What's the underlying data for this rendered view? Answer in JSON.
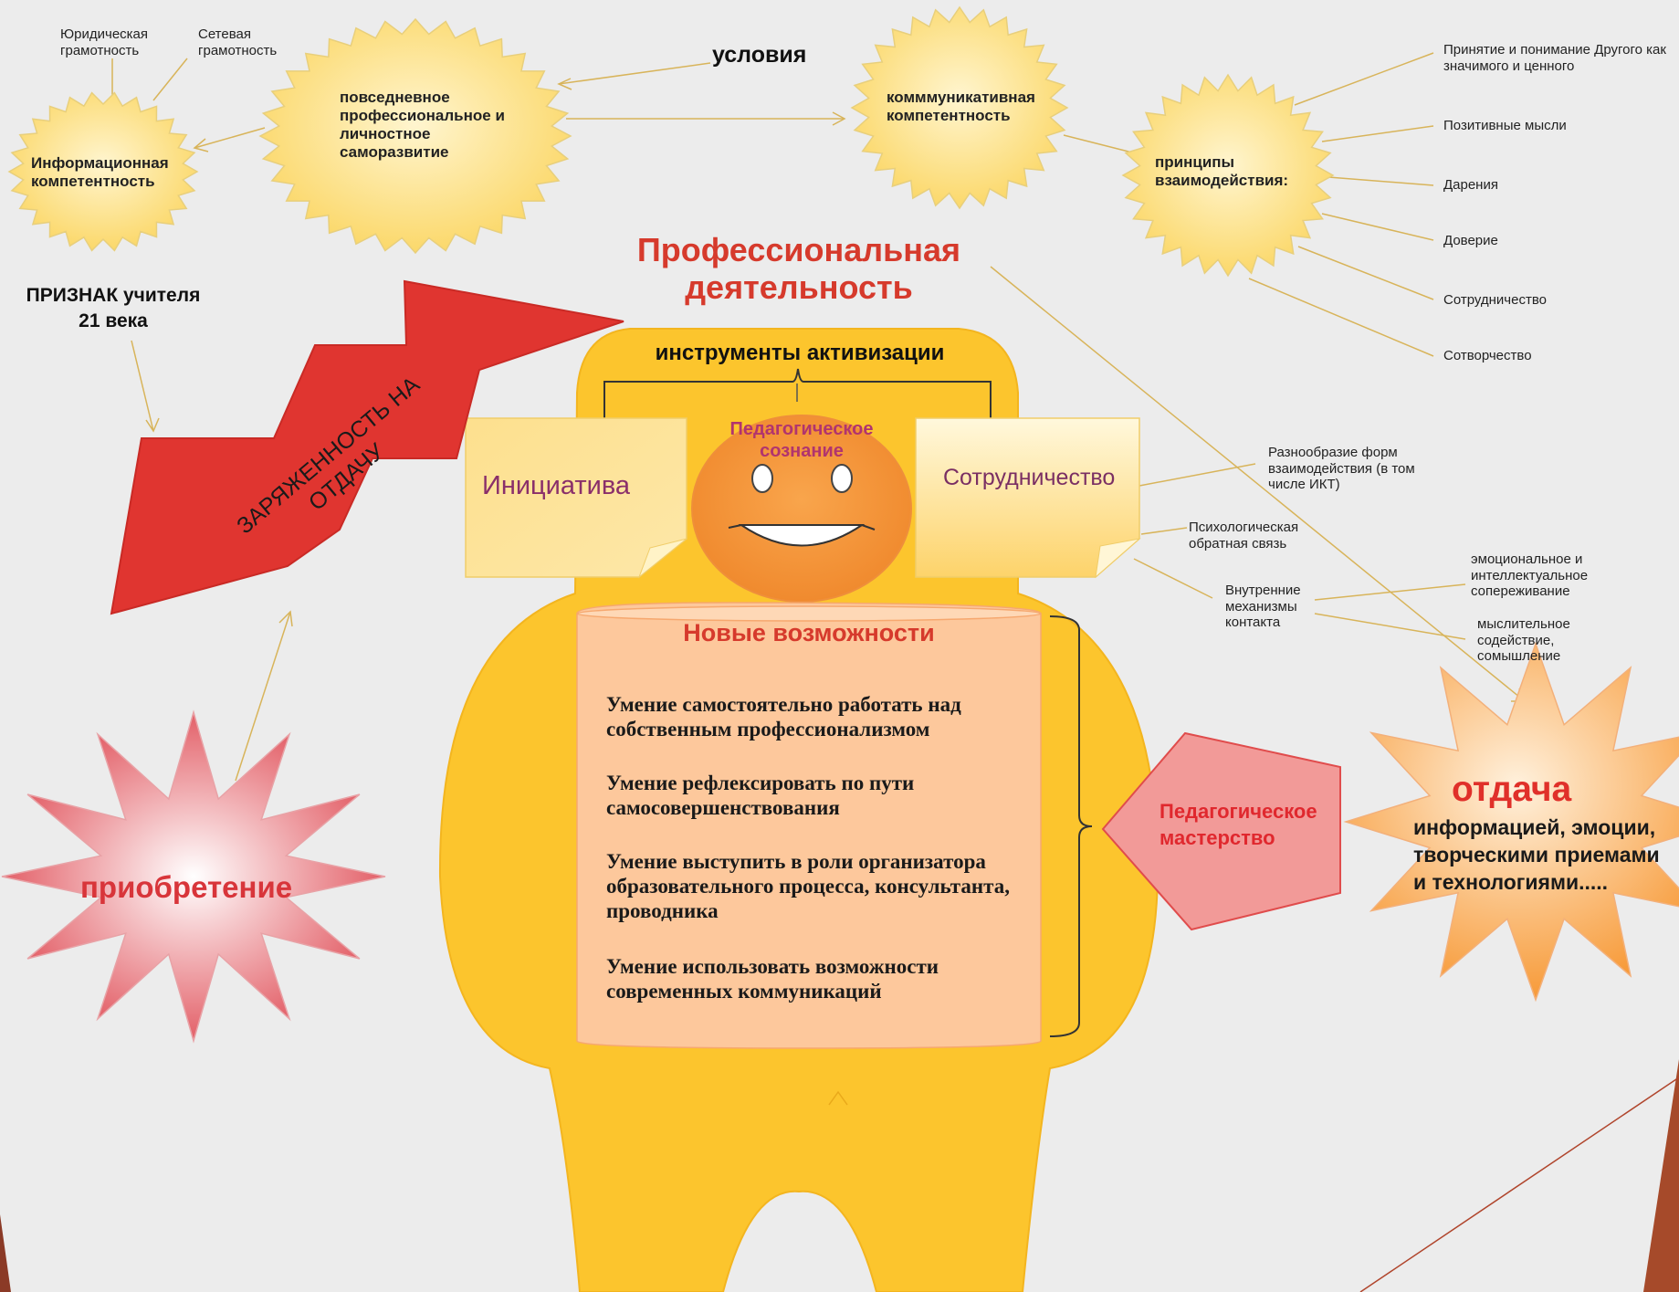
{
  "top": {
    "legal_literacy": "Юридическая грамотность",
    "network_literacy": "Сетевая грамотность",
    "info_competence": "Информационная компетентность",
    "self_development": "повседневное профессиональное и личностное саморазвитие",
    "conditions": "условия",
    "communicative": "комммуникативная компетентность",
    "principles": "принципы взаимодействия:"
  },
  "principles_list": [
    "Принятие и понимание Другого как значимого и ценного",
    "Позитивные мысли",
    "Дарения",
    "Доверие",
    "Сотрудничество",
    "Сотворчество"
  ],
  "title": "Профессиональная деятельность",
  "sign": "ПРИЗНАК учителя 21 века",
  "arrow_text_1": "ЗАРЯЖЕННОСТЬ НА",
  "arrow_text_2": "ОТДАЧУ",
  "tools": "инструменты активизации",
  "initiative": "Инициатива",
  "ped_consciousness": "Педагогическое сознание",
  "cooperation": "Сотрудничество",
  "right_notes": {
    "forms": "Разнообразие форм взаимодействия (в том числе ИКТ)",
    "feedback": "Психологическая обратная связь",
    "mechanisms": "Внутренние механизмы контакта",
    "empathy": "эмоциональное и интеллектуальное сопереживание",
    "thinking": "мыслительное содействие, сомышление"
  },
  "new_opportunities": {
    "title": "Новые возможности",
    "items": [
      "Умение самостоятельно работать над собственным профессионализмом",
      "Умение рефлексировать по пути самосовершенствования",
      "Умение выступить в роли организатора образовательного процесса, консультанта, проводника",
      "Умение использовать возможности современных коммуникаций"
    ]
  },
  "mastery": "Педагогическое мастерство",
  "acquisition": "приобретение",
  "giving": {
    "title": "отдача",
    "text": "информацией, эмоции, творческими приемами и технологиями....."
  },
  "colors": {
    "background": "#ececec",
    "sun_fill": "#fde69a",
    "body_fill": "#fcc52d",
    "red_arrow": "#e03530",
    "title_red": "#d63a2c",
    "face": "#f79a3a",
    "connector": "#d8b45a"
  }
}
